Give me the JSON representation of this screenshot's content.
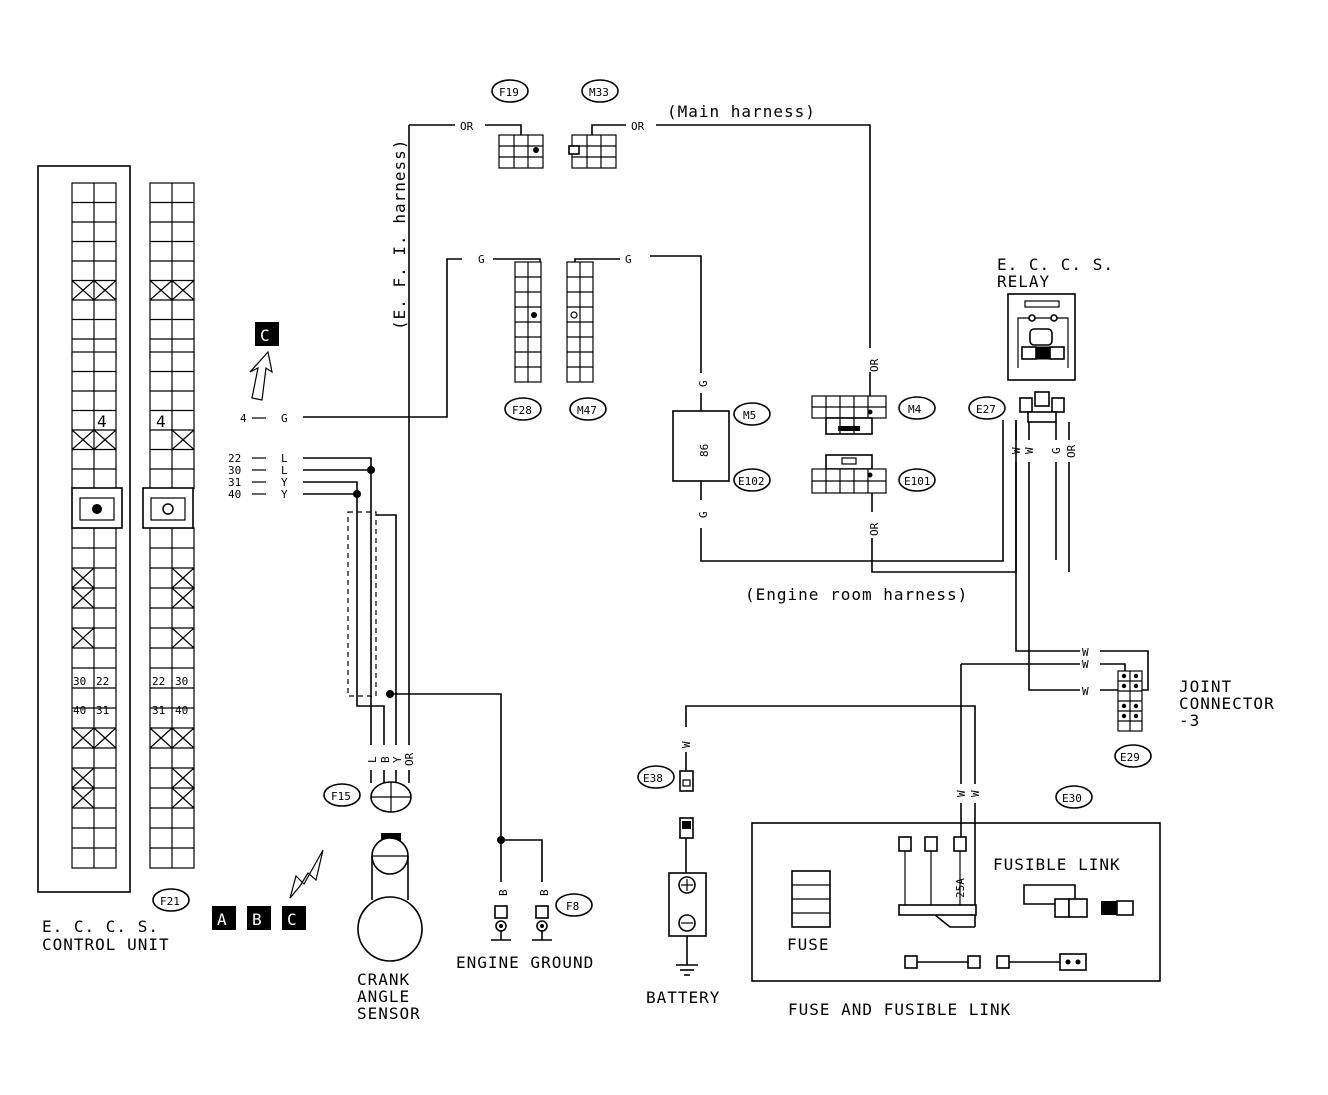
{
  "harness_labels": {
    "main": "(Main harness)",
    "efi": "(E. F. I. harness)",
    "engine_room": "(Engine room harness)"
  },
  "connectors": {
    "f19": "F19",
    "m33": "M33",
    "f28": "F28",
    "m47": "M47",
    "m5": "M5",
    "e102": "E102",
    "m4": "M4",
    "e101": "E101",
    "e27": "E27",
    "e29": "E29",
    "e30": "E30",
    "e38": "E38",
    "f15": "F15",
    "f8": "F8",
    "f21": "F21"
  },
  "wire_colors": {
    "or": "OR",
    "g": "G",
    "l": "L",
    "y": "Y",
    "b": "B",
    "w": "W"
  },
  "terminal_numbers": [
    "4",
    "22",
    "30",
    "31",
    "40"
  ],
  "ecu_cells": {
    "n4": "4",
    "n30": "30",
    "n22": "22",
    "n40": "40",
    "n31": "31"
  },
  "component_86": "86",
  "fuse_25a": "25A",
  "component_labels": {
    "eccs_relay_1": "E. C. C. S.",
    "eccs_relay_2": "RELAY",
    "joint_connector_1": "JOINT",
    "joint_connector_2": "CONNECTOR",
    "joint_connector_3": "-3",
    "eccs_unit_1": "E. C. C. S.",
    "eccs_unit_2": "CONTROL UNIT",
    "crank_1": "CRANK",
    "crank_2": "ANGLE",
    "crank_3": "SENSOR",
    "engine_ground": "ENGINE GROUND",
    "battery": "BATTERY",
    "fusible_link": "FUSIBLE LINK",
    "fuse": "FUSE",
    "fuse_and_link": "FUSE AND FUSIBLE LINK"
  },
  "ref_marks": {
    "a": "A",
    "b": "B",
    "c": "C",
    "c_top": "C"
  }
}
